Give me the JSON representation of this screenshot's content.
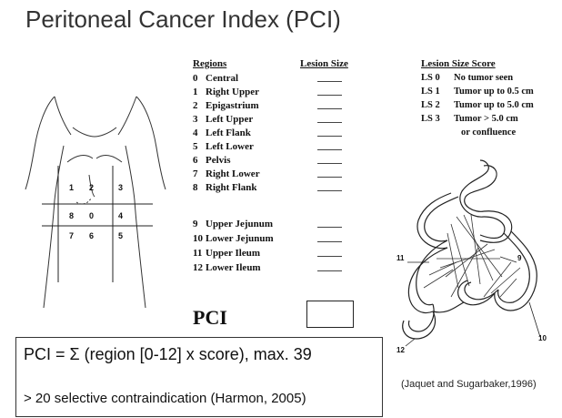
{
  "title": "Peritoneal Cancer Index (PCI)",
  "table": {
    "regions_header": "Regions",
    "lesion_size_header": "Lesion Size",
    "regions": [
      {
        "num": "0",
        "name": "Central"
      },
      {
        "num": "1",
        "name": "Right Upper"
      },
      {
        "num": "2",
        "name": "Epigastrium"
      },
      {
        "num": "3",
        "name": "Left Upper"
      },
      {
        "num": "4",
        "name": "Left Flank"
      },
      {
        "num": "5",
        "name": "Left Lower"
      },
      {
        "num": "6",
        "name": "Pelvis"
      },
      {
        "num": "7",
        "name": "Right Lower"
      },
      {
        "num": "8",
        "name": "Right Flank"
      },
      {
        "num": "9",
        "name": "Upper Jejunum"
      },
      {
        "num": "10",
        "name": "Lower Jejunum"
      },
      {
        "num": "11",
        "name": "Upper Ileum"
      },
      {
        "num": "12",
        "name": "Lower Ileum"
      }
    ]
  },
  "lesion_score": {
    "header": "Lesion Size Score",
    "items": [
      {
        "code": "LS 0",
        "desc": "No tumor seen"
      },
      {
        "code": "LS 1",
        "desc": "Tumor up to 0.5 cm"
      },
      {
        "code": "LS 2",
        "desc": "Tumor up to 5.0 cm"
      },
      {
        "code": "LS 3",
        "desc": "Tumor > 5.0 cm"
      },
      {
        "code": "",
        "desc": "or confluence"
      }
    ]
  },
  "body_diagram": {
    "grid_labels": [
      "1",
      "2",
      "3",
      "8",
      "0",
      "4",
      "7",
      "6",
      "5"
    ]
  },
  "intestine_diagram": {
    "labels": [
      "9",
      "11",
      "10",
      "12"
    ]
  },
  "pci_label": "PCI",
  "formula": "PCI = Σ (region [0-12] x score), max. 39",
  "contraindication": "> 20 selective contraindication (Harmon, 2005)",
  "citation": "(Jaquet and Sugarbaker,1996)"
}
